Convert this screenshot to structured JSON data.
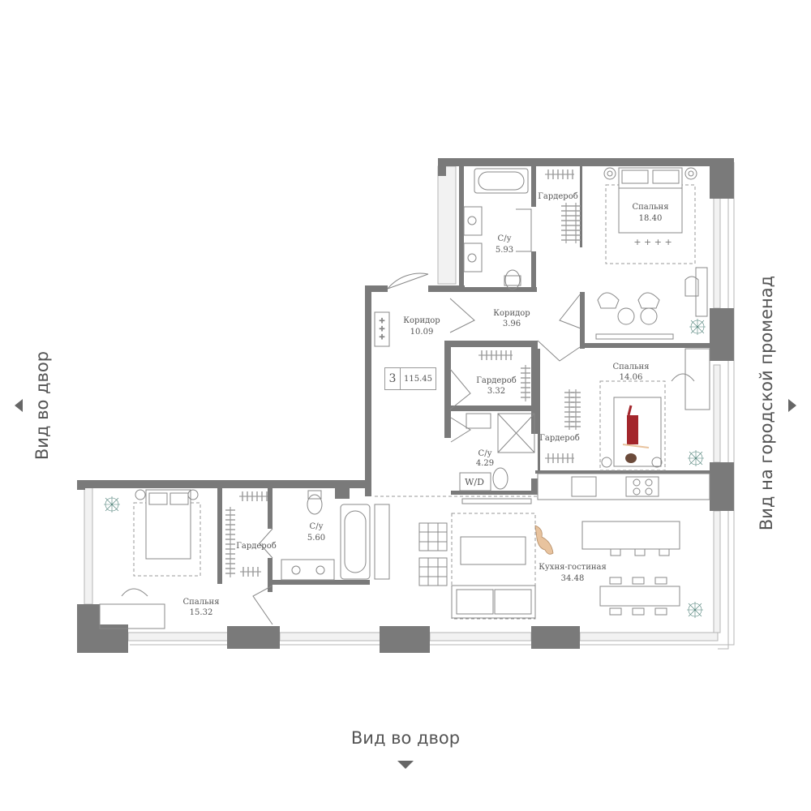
{
  "colors": {
    "wall": "#7a7a7a",
    "line": "#9a9a9a",
    "text": "#555555",
    "accent_plant": "#6aa59c",
    "accent_person": "#a3262c",
    "accent_skin": "#e8c39e"
  },
  "apartment": {
    "rooms_count": "3",
    "total_area": "115.45"
  },
  "views": {
    "left": "Вид во двор",
    "right": "Вид на городской променад",
    "bottom": "Вид во двор"
  },
  "rooms": {
    "bedroom_top": {
      "name": "Спальня",
      "area": "18.40"
    },
    "wardrobe_top": {
      "name": "Гардероб"
    },
    "bath_top": {
      "name": "С/у",
      "area": "5.93"
    },
    "corridor_main": {
      "name": "Коридор",
      "area": "10.09"
    },
    "corridor_small": {
      "name": "Коридор",
      "area": "3.96"
    },
    "wardrobe_mid": {
      "name": "Гардероб",
      "area": "3.32"
    },
    "bath_mid": {
      "name": "С/у",
      "area": "4.29"
    },
    "laundry": {
      "name": "W/D"
    },
    "bedroom_mid": {
      "name": "Спальня",
      "area": "14.06"
    },
    "wardrobe_mid_right": {
      "name": "Гардероб"
    },
    "bedroom_left": {
      "name": "Спальня",
      "area": "15.32"
    },
    "wardrobe_left": {
      "name": "Гардероб"
    },
    "bath_left": {
      "name": "С/у",
      "area": "5.60"
    },
    "kitchen_living": {
      "name": "Кухня-гостиная",
      "area": "34.48"
    }
  },
  "icons": [
    "arrow-left-icon",
    "arrow-right-icon",
    "arrow-down-icon",
    "plant-icon",
    "bed-icon",
    "bathtub-icon",
    "toilet-icon",
    "sink-icon",
    "stove-icon",
    "sofa-icon",
    "dining-table-icon",
    "wardrobe-icon",
    "shower-icon",
    "person-icon",
    "dog-icon",
    "laptop-icon",
    "chair-icon"
  ]
}
